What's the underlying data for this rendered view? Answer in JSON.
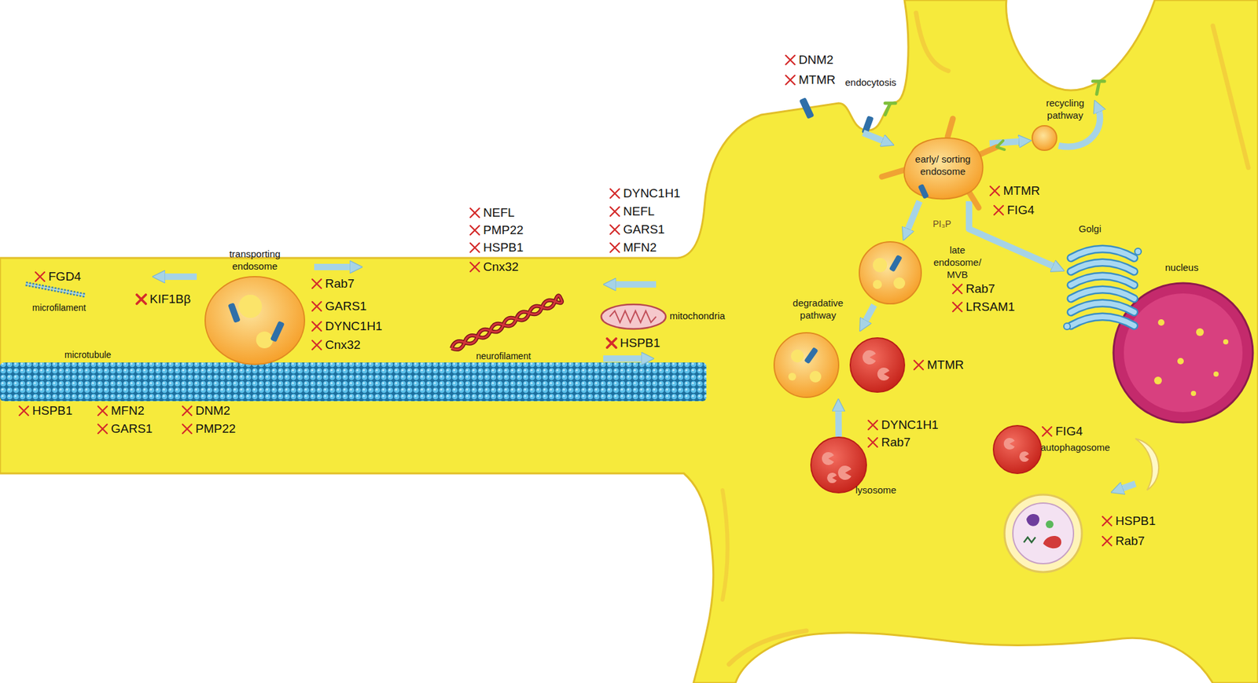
{
  "diagram": {
    "nodes": [
      {
        "text": [
          "early/ sorting endosome"
        ]
      },
      {
        "text": [
          "recycling pathway"
        ]
      },
      {
        "text": [
          "late endosome/ MVB"
        ]
      },
      {
        "text": [
          "degradative pathway"
        ]
      },
      {
        "text": [
          "lysosome"
        ]
      },
      {
        "text": [
          "Golgi"
        ]
      },
      {
        "text": [
          "autophagosome"
        ]
      }
    ],
    "edges": [
      {
        "from": 0,
        "to": 2,
        "arrow": "to"
      },
      {
        "from": 0,
        "to": 1,
        "arrow": "to"
      },
      {
        "from": 0,
        "to": 5,
        "arrow": "to"
      },
      {
        "from": 2,
        "to": 3,
        "arrow": "to"
      },
      {
        "from": 4,
        "to": 3,
        "arrow": "to"
      }
    ],
    "labels": [
      "DNM2",
      "MTMR",
      "endocytosis",
      "FGD4",
      "microfilament",
      "KIF1Bβ",
      "transporting endosome",
      "Rab7",
      "GARS1",
      "DYNC1H1",
      "Cnx32",
      "NEFL",
      "PMP22",
      "HSPB1",
      "Cnx32",
      "neurofilament",
      "DYNC1H1",
      "NEFL",
      "GARS1",
      "MFN2",
      "mitochondria",
      "HSPB1",
      "microtubule",
      "HSPB1",
      "MFN2",
      "DNM2",
      "GARS1",
      "PMP22",
      "MTMR",
      "FIG4",
      "PI₃P",
      "Rab7",
      "LRSAM1",
      "nucleus",
      "MTMR",
      "DYNC1H1",
      "Rab7",
      "FIG4",
      "HSPB1",
      "Rab7"
    ]
  }
}
